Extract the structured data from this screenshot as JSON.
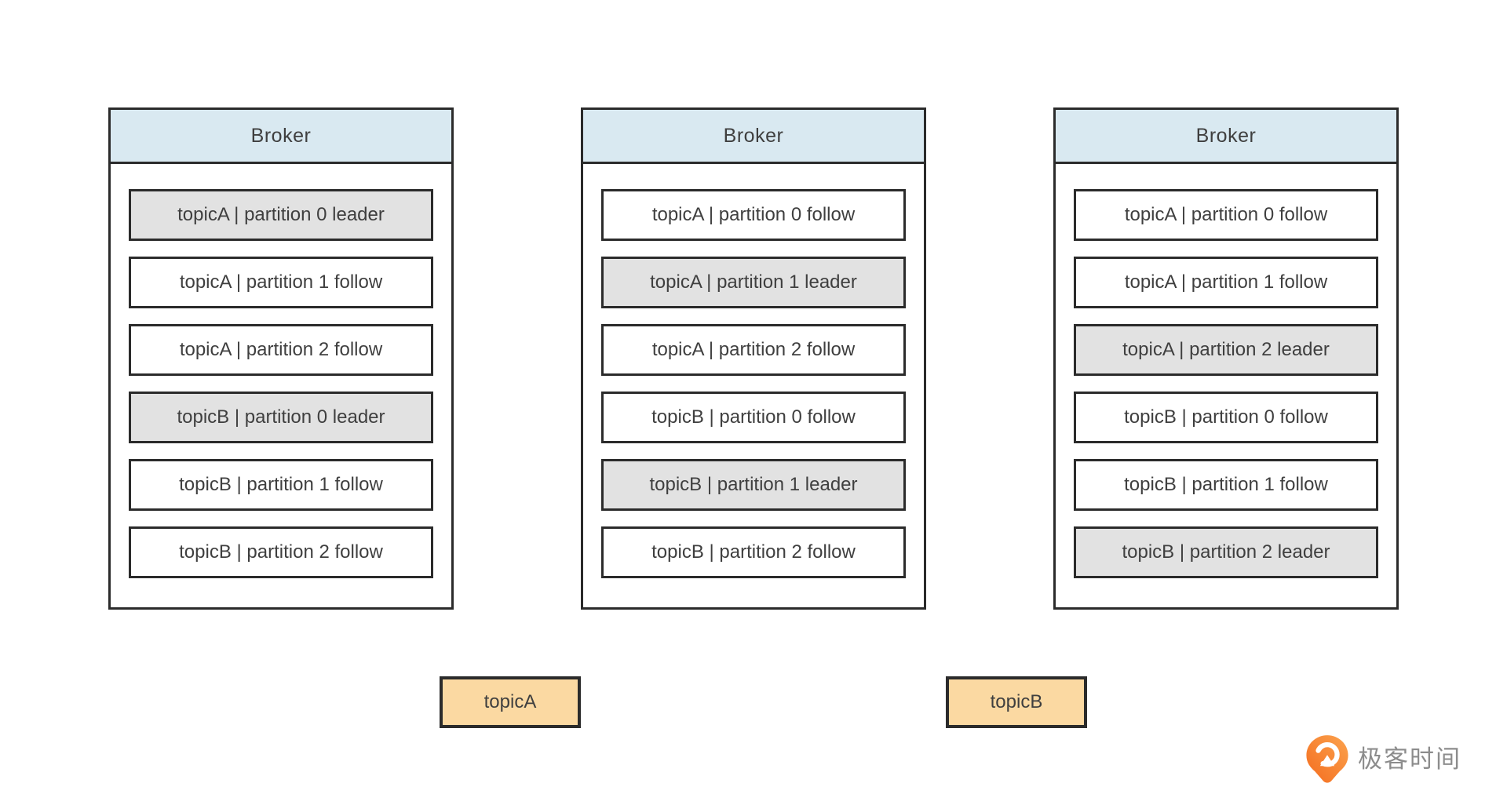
{
  "colors": {
    "background": "#ffffff",
    "broker_header_fill": "#d9e9f1",
    "leader_fill": "#e2e2e2",
    "follower_fill": "#ffffff",
    "border": "#2b2b2b",
    "text": "#3f3f3f",
    "topic_fill": "#fbd9a2",
    "logo_orange_light": "#fba34e",
    "logo_orange_dark": "#f46c1e",
    "logo_text_color": "#8c8c8c"
  },
  "brokers": [
    {
      "title": "Broker",
      "partitions": [
        {
          "label": "topicA | partition 0 leader",
          "role": "leader"
        },
        {
          "label": "topicA | partition 1 follow",
          "role": "follower"
        },
        {
          "label": "topicA | partition 2 follow",
          "role": "follower"
        },
        {
          "label": "topicB | partition 0 leader",
          "role": "leader"
        },
        {
          "label": "topicB | partition 1 follow",
          "role": "follower"
        },
        {
          "label": "topicB | partition 2 follow",
          "role": "follower"
        }
      ]
    },
    {
      "title": "Broker",
      "partitions": [
        {
          "label": "topicA | partition 0 follow",
          "role": "follower"
        },
        {
          "label": "topicA | partition 1 leader",
          "role": "leader"
        },
        {
          "label": "topicA | partition 2 follow",
          "role": "follower"
        },
        {
          "label": "topicB | partition 0 follow",
          "role": "follower"
        },
        {
          "label": "topicB | partition 1 leader",
          "role": "leader"
        },
        {
          "label": "topicB | partition 2 follow",
          "role": "follower"
        }
      ]
    },
    {
      "title": "Broker",
      "partitions": [
        {
          "label": "topicA | partition 0 follow",
          "role": "follower"
        },
        {
          "label": "topicA | partition 1 follow",
          "role": "follower"
        },
        {
          "label": "topicA | partition 2 leader",
          "role": "leader"
        },
        {
          "label": "topicB | partition 0 follow",
          "role": "follower"
        },
        {
          "label": "topicB | partition 1 follow",
          "role": "follower"
        },
        {
          "label": "topicB | partition 2 leader",
          "role": "leader"
        }
      ]
    }
  ],
  "topic_labels": [
    {
      "label": "topicA"
    },
    {
      "label": "topicB"
    }
  ],
  "logo": {
    "text": "极客时间",
    "icon": "geektime-pin-icon"
  }
}
